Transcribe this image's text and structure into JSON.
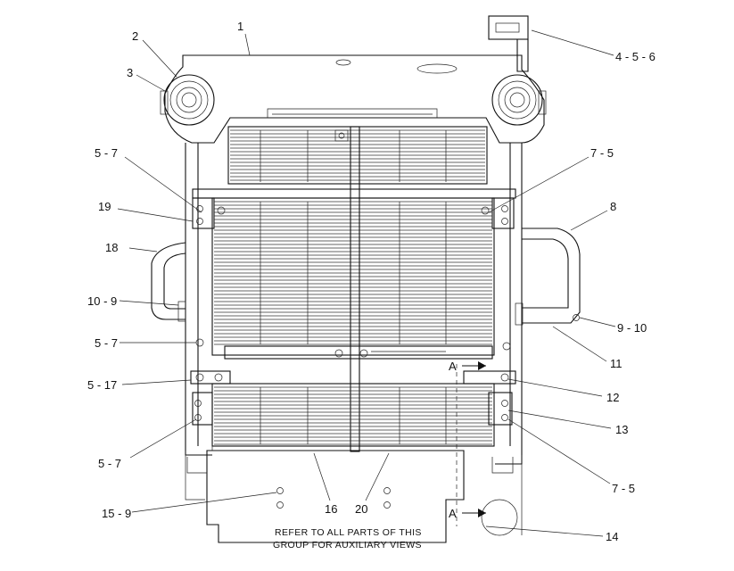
{
  "colors": {
    "ink": "#111111",
    "paper": "#ffffff"
  },
  "callouts": {
    "c1": "1",
    "c2": "2",
    "c3": "3",
    "c4_5_6": "4 - 5 - 6",
    "c5_7_top": "5 - 7",
    "c7_5_top": "7 - 5",
    "c19": "19",
    "c8": "8",
    "c18": "18",
    "c10_9": "10 - 9",
    "c9_10": "9 - 10",
    "c5_7_mid": "5 - 7",
    "c11": "11",
    "c5_17": "5 - 17",
    "c12": "12",
    "c13": "13",
    "c5_7_bot": "5 - 7",
    "c7_5_bot": "7 - 5",
    "c15_9": "15 - 9",
    "c16": "16",
    "c20": "20",
    "c14": "14"
  },
  "section_marks": {
    "upper": "A",
    "lower": "A"
  },
  "note": {
    "line1": "REFER TO ALL PARTS OF THIS",
    "line2": "GROUP FOR AUXILIARY VIEWS"
  }
}
